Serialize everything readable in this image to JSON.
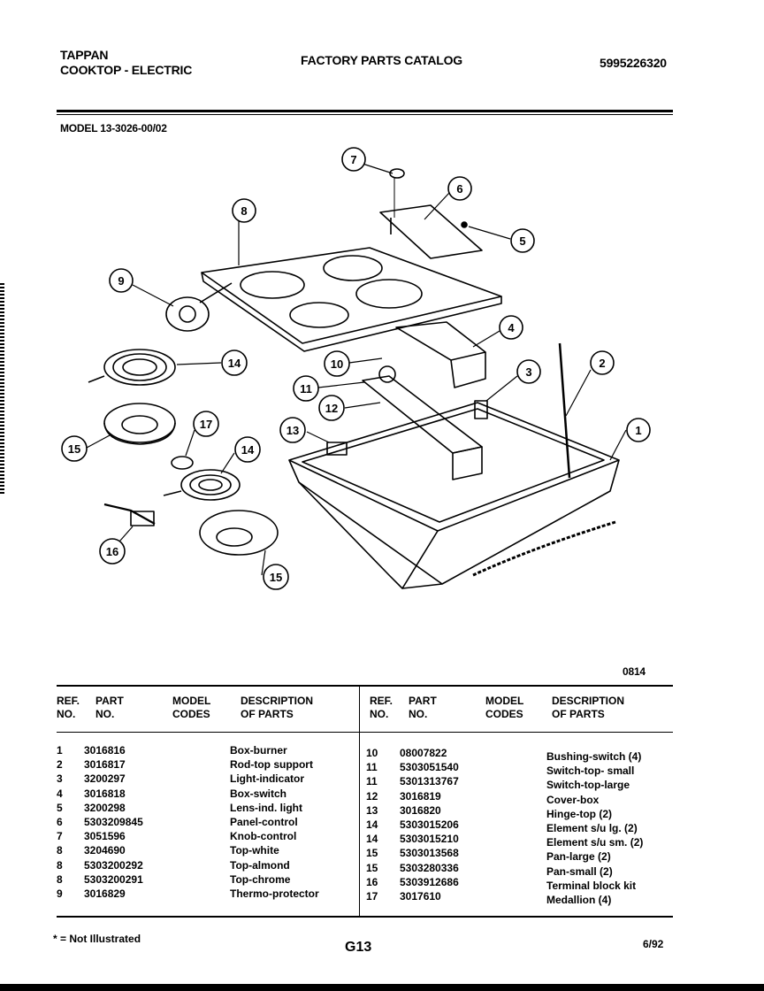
{
  "header": {
    "brand": "TAPPAN",
    "product": "COOKTOP - ELECTRIC",
    "catalog_title": "FACTORY PARTS CATALOG",
    "catalog_number": "5995226320",
    "model": "MODEL 13-3026-00/02"
  },
  "diagram": {
    "callouts": [
      "7",
      "6",
      "8",
      "5",
      "9",
      "4",
      "14",
      "10",
      "3",
      "2",
      "11",
      "12",
      "17",
      "13",
      "14",
      "1",
      "15",
      "16",
      "15"
    ],
    "figure_code": "0814"
  },
  "table": {
    "headers": {
      "ref_no": "REF.\nNO.",
      "part_no": "PART\nNO.",
      "model_codes": "MODEL\nCODES",
      "description": "DESCRIPTION\nOF PARTS"
    },
    "left_rows": [
      {
        "ref": "1",
        "part": "3016816",
        "desc": "Box-burner"
      },
      {
        "ref": "2",
        "part": "3016817",
        "desc": "Rod-top support"
      },
      {
        "ref": "3",
        "part": "3200297",
        "desc": "Light-indicator"
      },
      {
        "ref": "4",
        "part": "3016818",
        "desc": "Box-switch"
      },
      {
        "ref": "5",
        "part": "3200298",
        "desc": "Lens-ind. light"
      },
      {
        "ref": "6",
        "part": "5303209845",
        "desc": "Panel-control"
      },
      {
        "ref": "7",
        "part": "3051596",
        "desc": "Knob-control"
      },
      {
        "ref": "8",
        "part": "3204690",
        "desc": "Top-white"
      },
      {
        "ref": "8",
        "part": "5303200292",
        "desc": "Top-almond"
      },
      {
        "ref": "8",
        "part": "5303200291",
        "desc": "Top-chrome"
      },
      {
        "ref": "9",
        "part": "3016829",
        "desc": "Thermo-protector"
      }
    ],
    "right_rows": [
      {
        "ref": "10",
        "part": "08007822",
        "desc": "Bushing-switch (4)"
      },
      {
        "ref": "11",
        "part": "5303051540",
        "desc": "Switch-top- small"
      },
      {
        "ref": "11",
        "part": "5301313767",
        "desc": "Switch-top-large"
      },
      {
        "ref": "12",
        "part": "3016819",
        "desc": "Cover-box"
      },
      {
        "ref": "13",
        "part": "3016820",
        "desc": "Hinge-top (2)"
      },
      {
        "ref": "14",
        "part": "5303015206",
        "desc": "Element s/u lg. (2)"
      },
      {
        "ref": "14",
        "part": "5303015210",
        "desc": "Element s/u sm. (2)"
      },
      {
        "ref": "15",
        "part": "5303013568",
        "desc": "Pan-large (2)"
      },
      {
        "ref": "15",
        "part": "5303280336",
        "desc": "Pan-small (2)"
      },
      {
        "ref": "16",
        "part": "5303912686",
        "desc": "Terminal block kit"
      },
      {
        "ref": "17",
        "part": "3017610",
        "desc": "Medallion (4)"
      }
    ]
  },
  "footer": {
    "note": "* = Not Illustrated",
    "page": "G13",
    "date": "6/92"
  }
}
